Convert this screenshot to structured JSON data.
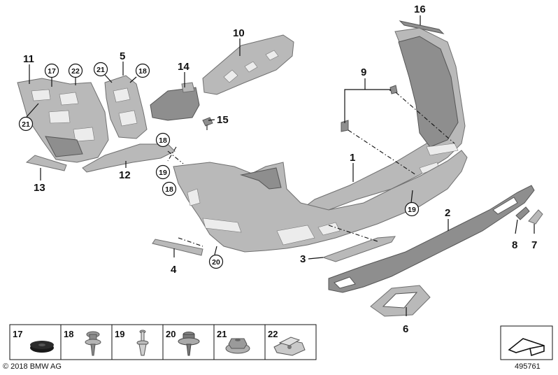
{
  "labels": {
    "p1": "1",
    "p2": "2",
    "p3": "3",
    "p4": "4",
    "p5": "5",
    "p6": "6",
    "p7": "7",
    "p8": "8",
    "p9": "9",
    "p10": "10",
    "p11": "11",
    "p12": "12",
    "p13": "13",
    "p14": "14",
    "p15": "15",
    "p16": "16"
  },
  "callouts": {
    "c17": "17",
    "c22": "22",
    "c21a": "21",
    "c18a": "18",
    "c21b": "21",
    "c18b": "18",
    "c19a": "19",
    "c18c": "18",
    "c20": "20",
    "c19b": "19"
  },
  "legend": {
    "cells": [
      {
        "label": "17",
        "icon": "foam-pad-icon"
      },
      {
        "label": "18",
        "icon": "screw-icon"
      },
      {
        "label": "19",
        "icon": "expanding-rivet-icon"
      },
      {
        "label": "20",
        "icon": "collar-screw-icon"
      },
      {
        "label": "21",
        "icon": "hex-nut-icon"
      },
      {
        "label": "22",
        "icon": "clip-nut-icon"
      }
    ]
  },
  "footer": {
    "copyright": "© 2018 BMW AG",
    "doc_number": "495761"
  },
  "colors": {
    "part_fill": "#b9b9b9",
    "part_dark": "#8e8e8e",
    "line": "#111111"
  }
}
